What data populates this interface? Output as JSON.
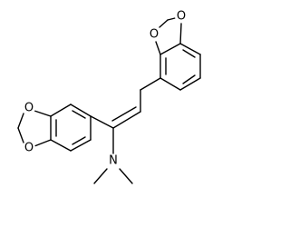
{
  "diagram": {
    "type": "chemical-structure",
    "atom_labels": {
      "o_top_left": "O",
      "o_top_right": "O",
      "o_left_top": "O",
      "o_left_bottom": "O",
      "n_amine": "N"
    }
  }
}
